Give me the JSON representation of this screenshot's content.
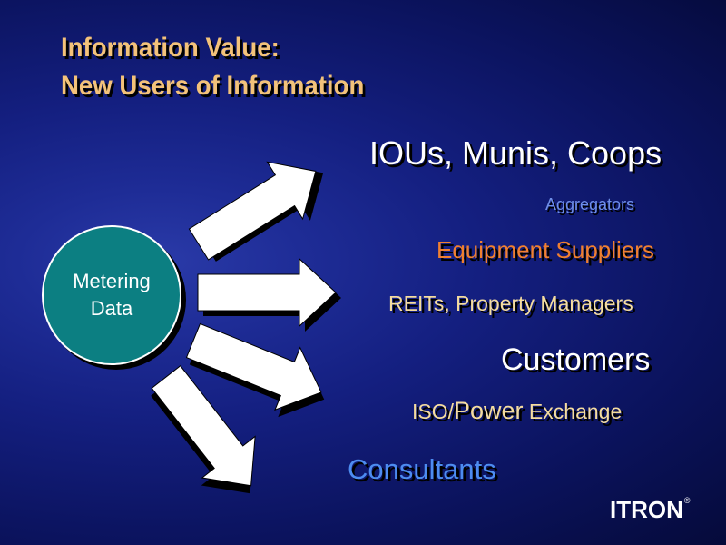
{
  "title": {
    "line1": "Information Value:",
    "line2": "New Users of Information"
  },
  "hub": {
    "line1": "Metering",
    "line2": "Data"
  },
  "targets": {
    "ious": "IOUs, Munis, Coops",
    "aggregators": "Aggregators",
    "equipment_suppliers": "Equipment Suppliers",
    "reits": "REITs, Property Managers",
    "customers": "Customers",
    "iso_prefix": "ISO/",
    "iso_power": "Power",
    "iso_suffix": " Exchange",
    "consultants": "Consultants"
  },
  "logo": {
    "text": "ITRON",
    "registered": "®"
  },
  "colors": {
    "title": "#f3c27a",
    "hub_fill": "#0c7f82",
    "equipment_suppliers": "#f08030",
    "aggregators": "#6f8fe8",
    "consultants": "#4d8cf0",
    "cream_labels": "#f4dca0",
    "white_labels": "#ffffff"
  }
}
